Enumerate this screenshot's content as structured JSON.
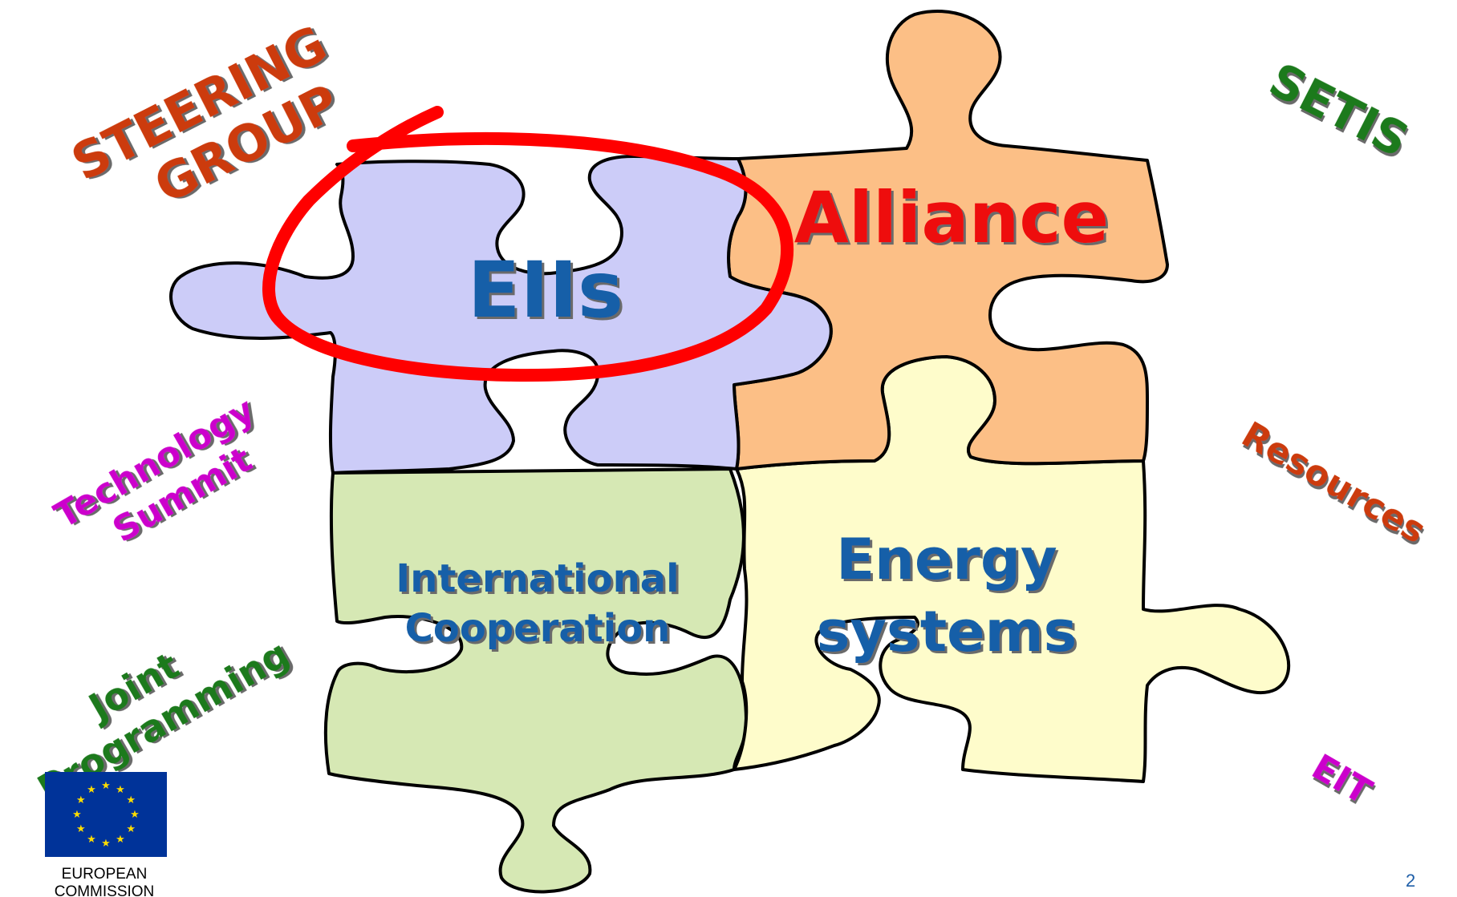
{
  "pieces": {
    "eiis": {
      "label": "EIIs",
      "fill": "#ccccf8"
    },
    "alliance": {
      "label": "Alliance",
      "fill": "#fcbf86"
    },
    "cooperation": {
      "line1": "International",
      "line2": "Cooperation",
      "fill": "#d6e8b4"
    },
    "energy": {
      "line1": "Energy",
      "line2": "systems",
      "fill": "#fefccb"
    }
  },
  "floating_labels": {
    "steering_line1": "STEERING",
    "steering_line2": "GROUP",
    "setis": "SETIS",
    "technology_line1": "Technology",
    "technology_line2": "Summit",
    "resources": "Resources",
    "joint_line1": "Joint",
    "joint_line2": "Programming",
    "eit": "EIT"
  },
  "colors": {
    "piece_text": "#135fa8",
    "alliance_text": "#ee1111",
    "steering": "#cc3a08",
    "setis": "#1e7a1e",
    "technology": "#cc00cc",
    "resources": "#cc3a08",
    "joint": "#1e7a1e",
    "eit": "#cc00cc",
    "highlight_circle": "#ff0000",
    "eu_flag": "#003399",
    "eu_stars": "#ffdd00"
  },
  "footer": {
    "logo_line1": "EUROPEAN",
    "logo_line2": "COMMISSION",
    "page_number": "2"
  }
}
